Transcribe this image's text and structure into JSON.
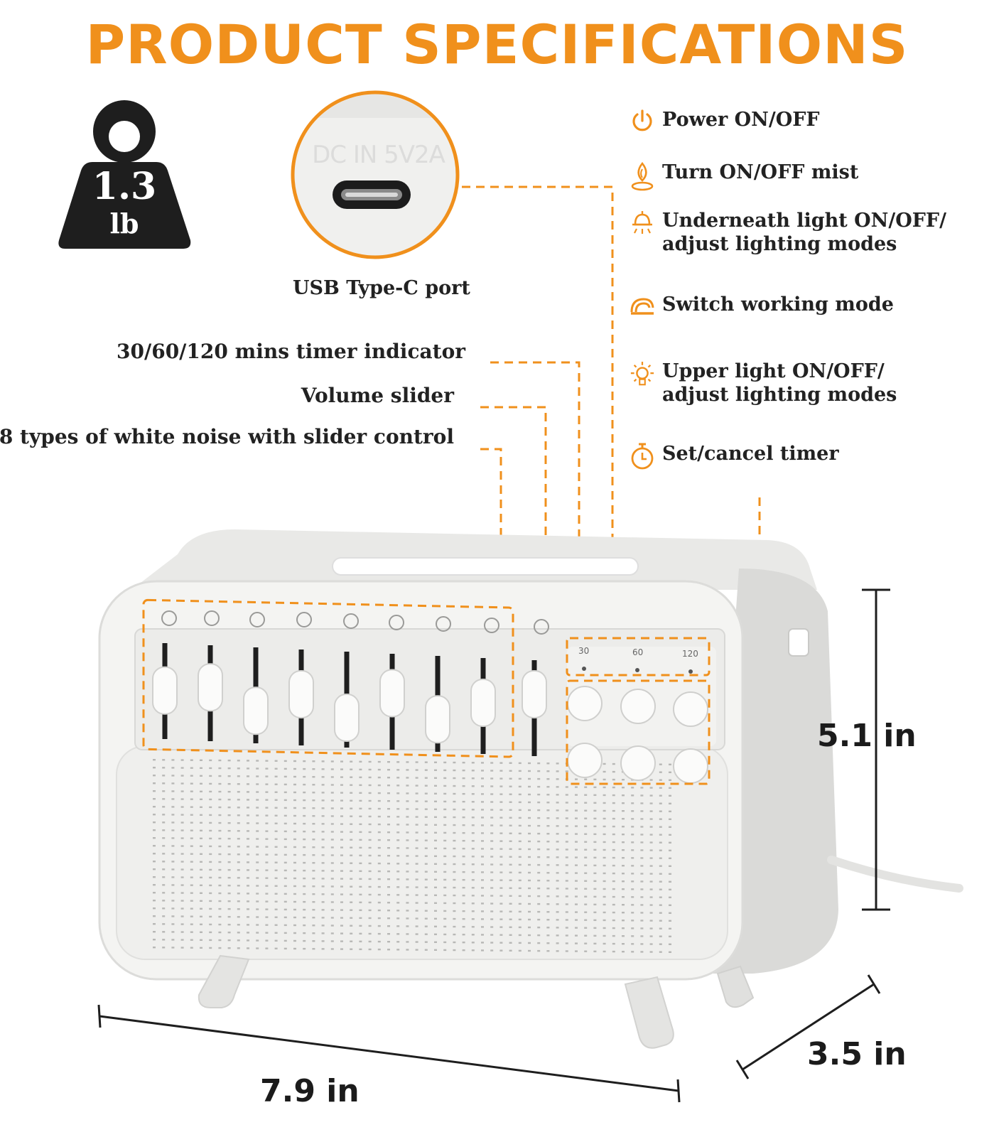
{
  "title": "PRODUCT SPECIFICATIONS",
  "weight": {
    "value": "1.3",
    "unit": "lb"
  },
  "port": {
    "lens_text": "DC IN 5V2A",
    "label": "USB Type-C port"
  },
  "features": [
    {
      "icon": "power-icon",
      "text": "Power ON/OFF"
    },
    {
      "icon": "mist-icon",
      "text": "Turn ON/OFF mist"
    },
    {
      "icon": "underneath-light-icon",
      "text": "Underneath light ON/OFF/\nadjust lighting modes"
    },
    {
      "icon": "mode-icon",
      "text": "Switch working mode"
    },
    {
      "icon": "upper-light-icon",
      "text": "Upper light ON/OFF/\nadjust lighting modes"
    },
    {
      "icon": "timer-icon",
      "text": "Set/cancel timer"
    }
  ],
  "callouts": {
    "timer_indicator": "30/60/120 mins timer indicator",
    "volume_slider": "Volume slider",
    "white_noise": "8 types of white noise with slider control"
  },
  "device": {
    "timer_marks": [
      "30",
      "60",
      "120"
    ]
  },
  "dimensions": {
    "height": "5.1 in",
    "width": "7.9 in",
    "depth": "3.5 in"
  },
  "colors": {
    "accent": "#f0901c",
    "dark": "#1e1e1e",
    "device": "#f3f3f1"
  }
}
